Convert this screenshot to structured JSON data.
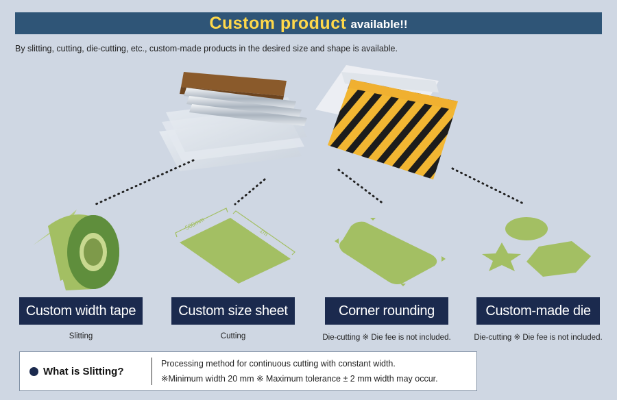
{
  "banner": {
    "main": "Custom product",
    "suffix": "available!!"
  },
  "intro": "By slitting, cutting, die-cutting, etc., custom-made products in the desired size and shape is available.",
  "sheet_dims": {
    "width_label": "500mm",
    "length_label": "1m"
  },
  "cards": [
    {
      "title": "Custom width tape",
      "subtitle": "Slitting"
    },
    {
      "title": "Custom size sheet",
      "subtitle": "Cutting"
    },
    {
      "title": "Corner rounding",
      "subtitle": "Die-cutting ※ Die fee is not included."
    },
    {
      "title": "Custom-made die",
      "subtitle": "Die-cutting ※ Die fee is not included."
    }
  ],
  "info": {
    "title": "What is Slitting?",
    "line1": "Processing method for continuous cutting with constant width.",
    "line2": "※Minimum width 20 mm ※ Maximum tolerance ± 2 mm width may occur."
  },
  "colors": {
    "banner_bg": "#2f5577",
    "banner_accent": "#ffd84a",
    "label_bg": "#1b2a4e",
    "shape_green": "#a3bf63",
    "hazard_yellow": "#f2b632"
  }
}
